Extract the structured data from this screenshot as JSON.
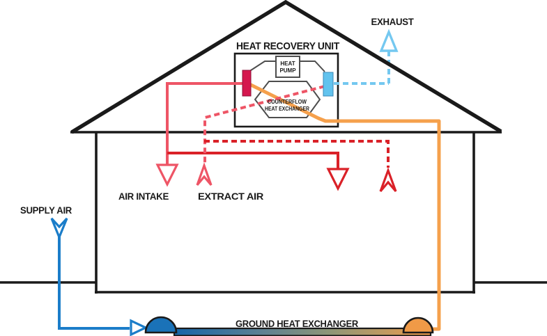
{
  "diagram_title": "Heat recovery ventilation house diagram",
  "labels": {
    "exhaust": "EXHAUST",
    "heat_recovery_unit": "HEAT RECOVERY UNIT",
    "heat_pump_1": "HEAT",
    "heat_pump_2": "PUMP",
    "counterflow_1": "COUNTERFLOW",
    "counterflow_2": "HEAT EXCHANGER",
    "air_intake": "AIR INTAKE",
    "extract_air": "EXTRACT AIR",
    "supply_air": "SUPPLY AIR",
    "ground_heat_exchanger": "GROUND HEAT EXCHANGER"
  },
  "colors": {
    "outline_black": "#1a1a1a",
    "supply_blue": "#1b7dc9",
    "exhaust_light_blue": "#74c8f0",
    "intake_pink": "#ee5566",
    "extract_red": "#da2128",
    "ground_loop_orange": "#f5a04c",
    "hot_coil_crimson": "#d5174e",
    "cold_coil_blue": "#62c3ee",
    "dome_blue": "#1a72b8",
    "dome_orange": "#f09a47"
  }
}
